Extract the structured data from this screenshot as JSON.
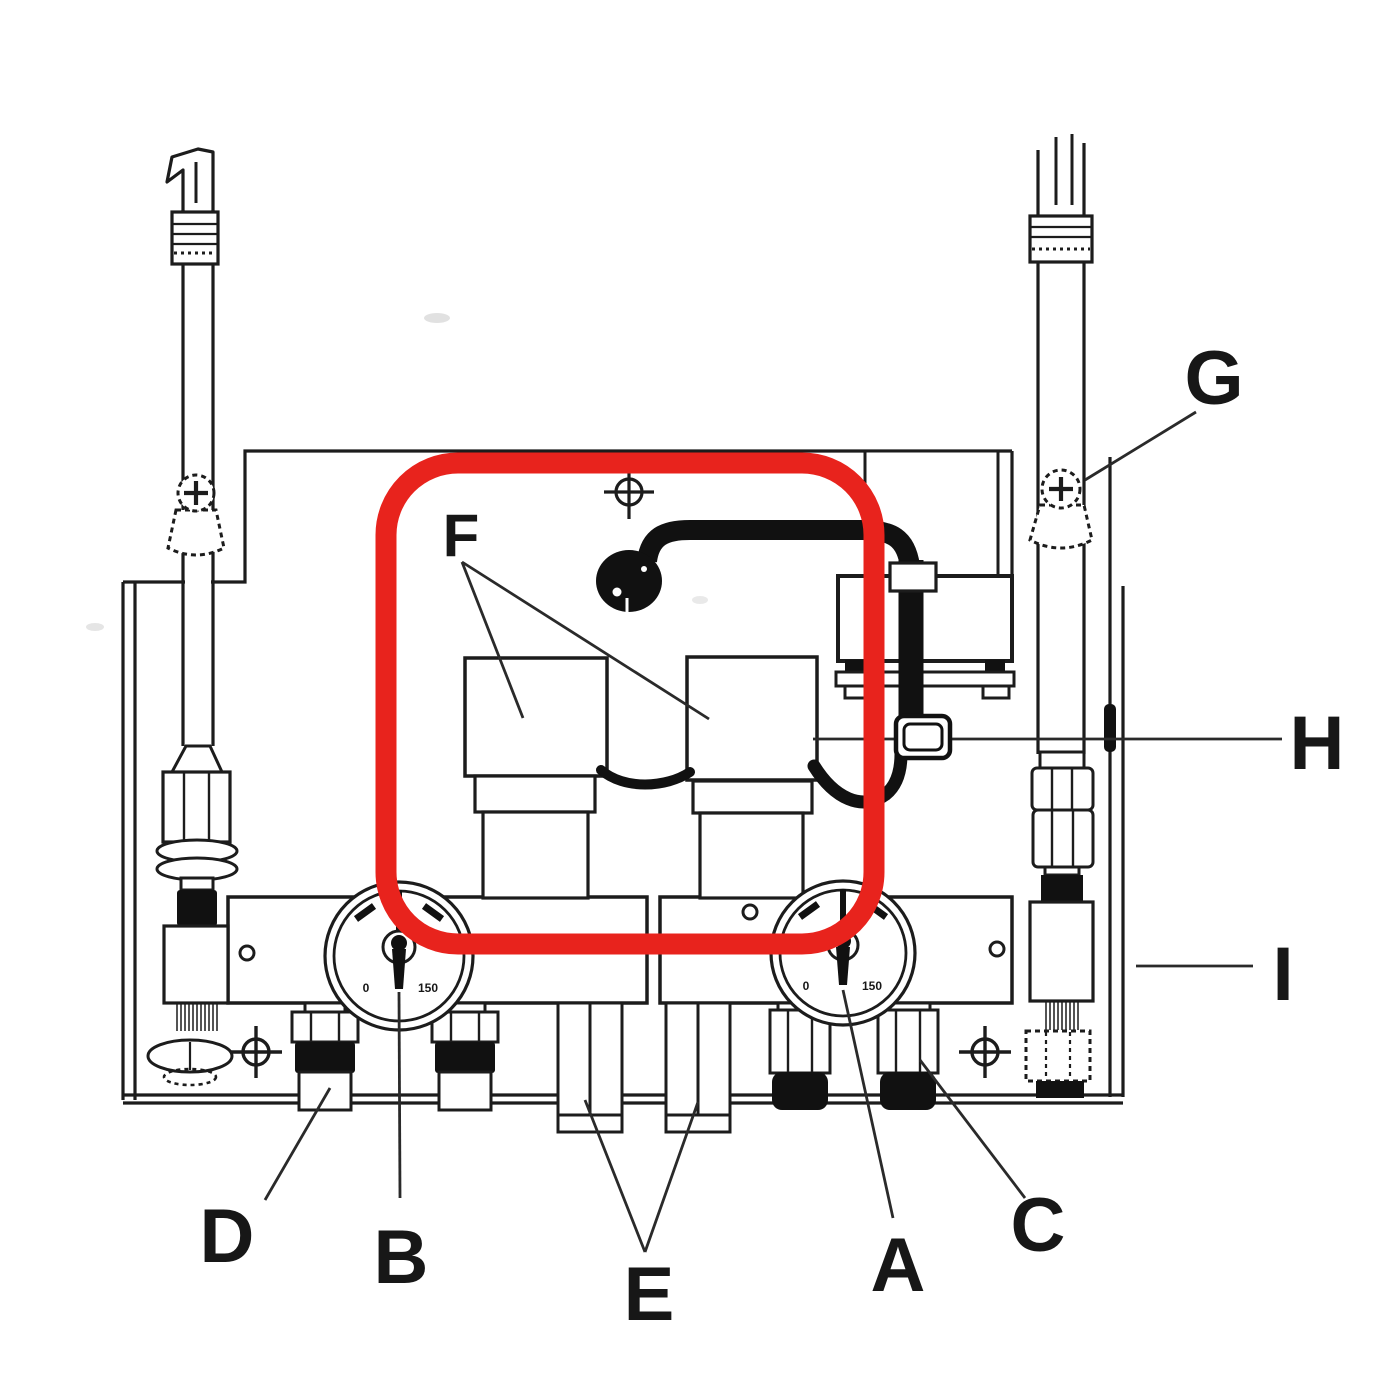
{
  "figure": {
    "kind": "technical line diagram of a twin-valve manifold assembly with callout letters",
    "colors": {
      "highlight": "#e8231d",
      "ink": "#1c1c1c",
      "background": "#ffffff"
    },
    "callouts": {
      "a": "A",
      "b": "B",
      "c": "C",
      "d": "D",
      "e": "E",
      "f": "F",
      "g": "G",
      "h": "H",
      "i": "I"
    },
    "gauge_left": {
      "min": "0",
      "max": "150"
    },
    "gauge_right": {
      "min": "0",
      "max": "150"
    }
  }
}
